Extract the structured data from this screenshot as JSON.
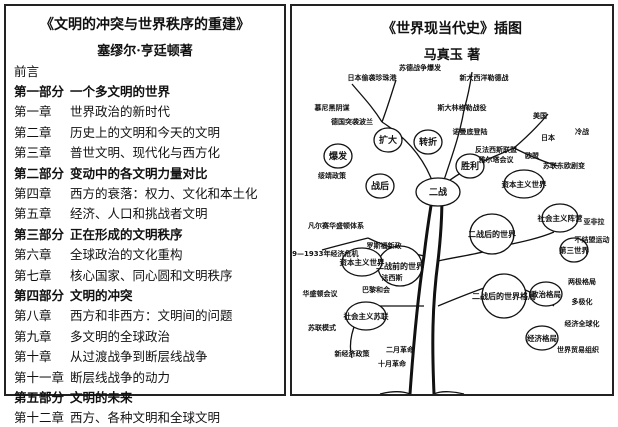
{
  "left": {
    "title": "《文明的冲突与世界秩序的重建》",
    "author": "塞缪尔·亨廷顿著",
    "toc": [
      {
        "num": "前言",
        "text": "",
        "bold": false
      },
      {
        "num": "第一部分",
        "text": "一个多文明的世界",
        "bold": true
      },
      {
        "num": "第一章",
        "text": "世界政治的新时代",
        "bold": false
      },
      {
        "num": "第二章",
        "text": "历史上的文明和今天的文明",
        "bold": false
      },
      {
        "num": "第三章",
        "text": "普世文明、现代化与西方化",
        "bold": false
      },
      {
        "num": "第二部分",
        "text": "变动中的各文明力量对比",
        "bold": true
      },
      {
        "num": "第四章",
        "text": "西方的衰落：权力、文化和本土化",
        "bold": false
      },
      {
        "num": "第五章",
        "text": "经济、人口和挑战者文明",
        "bold": false
      },
      {
        "num": "第三部分",
        "text": "正在形成的文明秩序",
        "bold": true
      },
      {
        "num": "第六章",
        "text": "全球政治的文化重构",
        "bold": false
      },
      {
        "num": "第七章",
        "text": "核心国家、同心圆和文明秩序",
        "bold": false
      },
      {
        "num": "第四部分",
        "text": "文明的冲突",
        "bold": true
      },
      {
        "num": "第八章",
        "text": "西方和非西方：文明间的问题",
        "bold": false
      },
      {
        "num": "第九章",
        "text": "多文明的全球政治",
        "bold": false
      },
      {
        "num": "第十章",
        "text": "从过渡战争到断层线战争",
        "bold": false
      },
      {
        "num": "第十一章",
        "text": "断层线战争的动力",
        "bold": false
      },
      {
        "num": "第五部分",
        "text": "文明的未来",
        "bold": true
      },
      {
        "num": "第十二章",
        "text": "西方、各种文明和全球文明",
        "bold": false
      }
    ]
  },
  "right": {
    "title": "《世界现当代史》插图",
    "author": "马真玉  著",
    "nodes": {
      "war2": "二战",
      "postwar": "二战后的世界",
      "interwar": "二战前的世界",
      "postwar_pattern": "二战后的世界格局",
      "capitalist_world": "资本主义世界",
      "socialist_camp": "社会主义阵营",
      "third_world": "第三世界",
      "capitalist_world2": "资本主义世界",
      "soviet_bloc": "社会主义苏联",
      "outbreak": "爆发",
      "expand": "扩大",
      "turning": "转折",
      "victory": "胜利",
      "trend": "战后",
      "political_pattern": "政治格局",
      "economic_pattern": "经济格局"
    },
    "labels": {
      "l1": "苏德战争爆发",
      "l2": "日本偷袭珍珠港",
      "l3": "新大西洋勒德战",
      "l4": "慕尼黑阴谋",
      "l5": "德国突袭波兰",
      "l6": "斯大林格勒战役",
      "l7": "诺曼底登陆",
      "l8": "反法西斯联盟",
      "l9": "雅尔塔会议",
      "l10": "绥靖政策",
      "l11": "美国",
      "l12": "日本",
      "l13": "欧盟",
      "l14": "苏联东欧剧变",
      "l15": "冷战",
      "l16": "亚非拉",
      "l17": "不结盟运动",
      "l18": "凡尔赛华盛顿体系",
      "l19": "1929—1933年经济危机",
      "l20": "罗斯福新政",
      "l21": "法西斯",
      "l22": "华盛顿会议",
      "l23": "巴黎和会",
      "l24": "苏联模式",
      "l25": "新经济政策",
      "l26": "二月革命",
      "l27": "十月革命",
      "l28": "两极格局",
      "l29": "多极化",
      "l30": "经济全球化",
      "l31": "世界贸易组织"
    }
  }
}
